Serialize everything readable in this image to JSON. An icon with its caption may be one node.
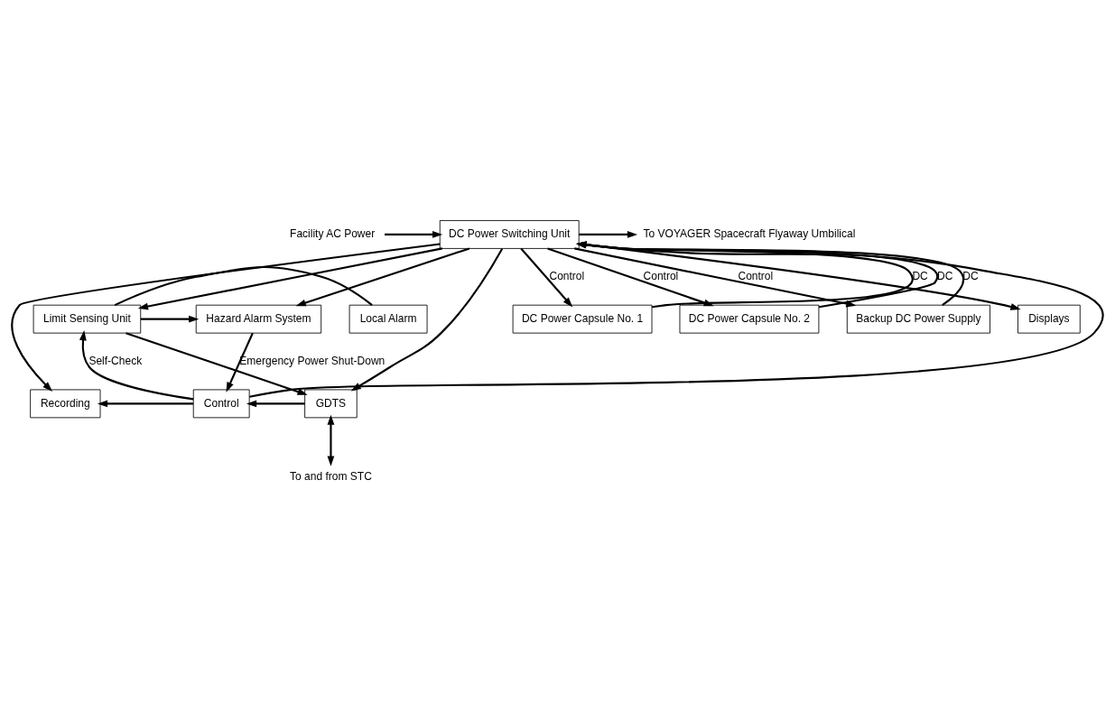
{
  "diagram": {
    "nodes": [
      {
        "text": [
          "DC Power Switching Unit"
        ]
      },
      {
        "text": [
          "DC Power Capsule No. 1"
        ]
      },
      {
        "text": [
          "DC Power Capsule No. 2"
        ]
      },
      {
        "text": [
          "Backup DC Power Supply"
        ]
      },
      {
        "text": [
          "Displays"
        ]
      },
      {
        "text": [
          "Limit Sensing Unit"
        ]
      },
      {
        "text": [
          "Local Alarm"
        ]
      },
      {
        "text": [
          "Recording"
        ]
      },
      {
        "text": [
          "Control"
        ]
      },
      {
        "text": [
          "GDTS"
        ]
      },
      {
        "text": [
          "Hazard Alarm System"
        ]
      },
      {
        "text": [
          "To VOYAGER Spacecraft Flyaway Umbilical"
        ]
      },
      {
        "text": [
          "Facility AC Power"
        ]
      },
      {
        "text": [
          "To and from STC"
        ]
      }
    ],
    "edges": [
      {
        "from": 0,
        "to": 11,
        "arrow": "to"
      },
      {
        "from": 12,
        "to": 0,
        "arrow": "to"
      },
      {
        "from": 0,
        "to": 1,
        "arrow": "to",
        "label": "Control"
      },
      {
        "from": 1,
        "to": 0,
        "arrow": "to",
        "label": "DC"
      },
      {
        "from": 0,
        "to": 2,
        "arrow": "to",
        "label": "Control"
      },
      {
        "from": 2,
        "to": 0,
        "arrow": "to",
        "label": "DC"
      },
      {
        "from": 3,
        "to": 0,
        "arrow": "to",
        "label": "DC"
      },
      {
        "from": 0,
        "to": 3,
        "arrow": "to",
        "label": "Control"
      },
      {
        "from": 0,
        "to": 4,
        "arrow": "to"
      },
      {
        "from": 0,
        "to": 5,
        "arrow": "to"
      },
      {
        "from": 0,
        "to": 7,
        "arrow": "to"
      },
      {
        "from": 0,
        "to": 9,
        "arrow": "to"
      },
      {
        "from": 0,
        "to": 10,
        "arrow": "to"
      },
      {
        "from": 8,
        "to": 0,
        "arrow": "to"
      },
      {
        "from": 8,
        "to": 5,
        "arrow": "to",
        "label": "Self-Check"
      },
      {
        "from": 5,
        "to": 6,
        "arrow": "none"
      },
      {
        "from": 5,
        "to": 9,
        "arrow": "to"
      },
      {
        "from": 5,
        "to": 10,
        "arrow": "to"
      },
      {
        "from": 8,
        "to": 7,
        "arrow": "to"
      },
      {
        "from": 9,
        "to": 8,
        "arrow": "to"
      },
      {
        "from": 10,
        "to": 8,
        "arrow": "to",
        "label": "Emergency Power Shut-Down"
      },
      {
        "from": 9,
        "to": 13,
        "arrow": "both"
      }
    ]
  }
}
